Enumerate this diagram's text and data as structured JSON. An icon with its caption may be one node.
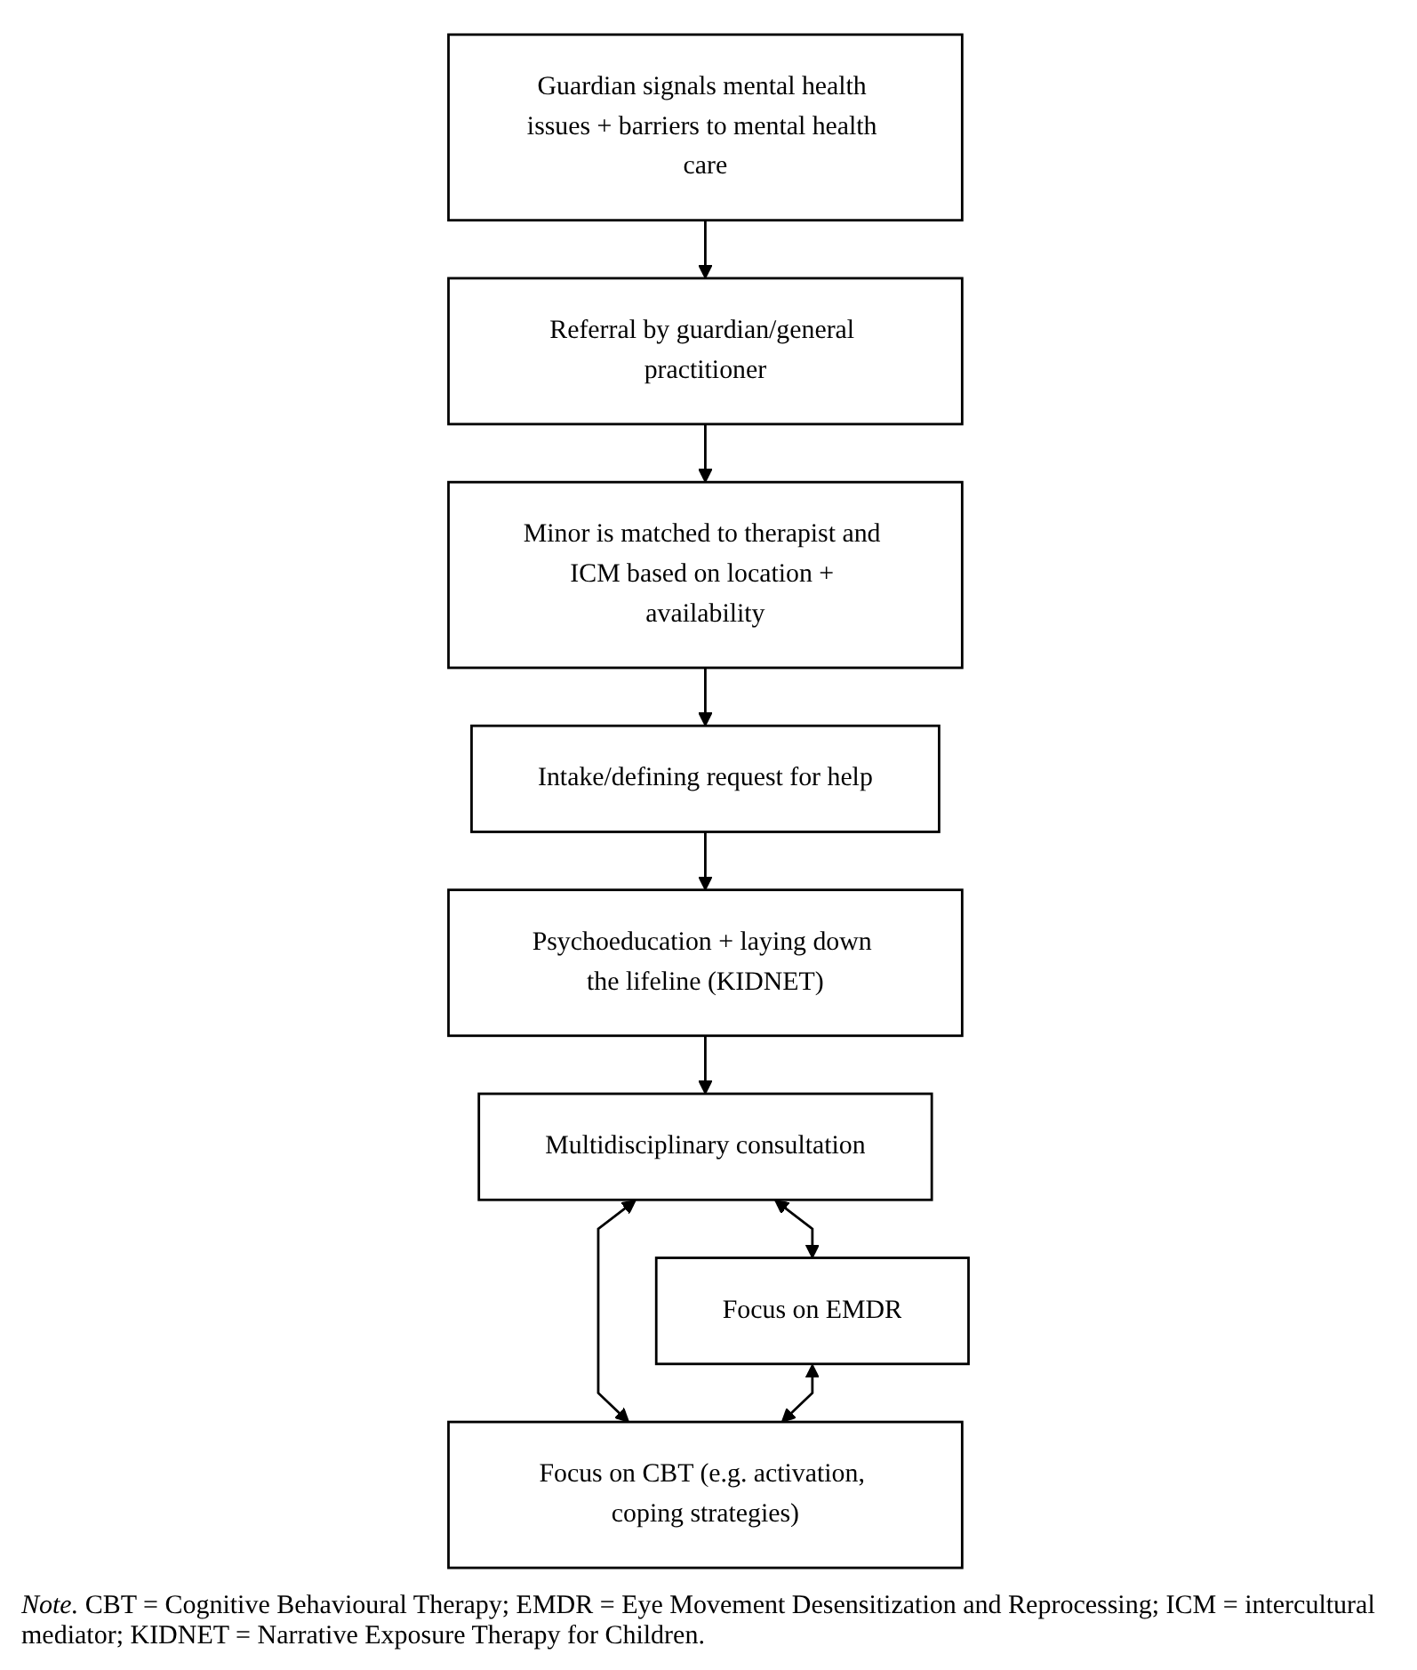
{
  "diagram": {
    "caption": "*Note.* CBT = Cognitive Behavioural Therapy; EMDR = Eye Movement Desensitization and Reprocessing; ICM = intercultural mediator; KIDNET = Narrative Exposure Therapy for Children.",
    "nodes": [
      {
        "text": [
          "Guardian signals mental health issues + barriers to mental health care"
        ]
      },
      {
        "text": [
          "Referral by guardian/general practitioner"
        ]
      },
      {
        "text": [
          "Minor is matched to therapist and ICM based on location + availability"
        ]
      },
      {
        "text": [
          "Intake/defining request for help"
        ]
      },
      {
        "text": [
          "Psychoeducation + laying down the lifeline (KIDNET)"
        ]
      },
      {
        "text": [
          "Multidisciplinary consultation"
        ]
      },
      {
        "text": [
          "Focus on EMDR"
        ]
      },
      {
        "text": [
          "Focus on CBT (e.g. activation, coping strategies)"
        ]
      }
    ],
    "edges": [
      {
        "from": 0,
        "to": 1,
        "arrow": "to"
      },
      {
        "from": 1,
        "to": 2,
        "arrow": "to"
      },
      {
        "from": 2,
        "to": 3,
        "arrow": "to"
      },
      {
        "from": 3,
        "to": 4,
        "arrow": "to"
      },
      {
        "from": 4,
        "to": 5,
        "arrow": "to"
      },
      {
        "from": 5,
        "to": 6,
        "arrow": "both"
      },
      {
        "from": 5,
        "to": 7,
        "arrow": "both"
      },
      {
        "from": 6,
        "to": 7,
        "arrow": "both"
      }
    ]
  }
}
